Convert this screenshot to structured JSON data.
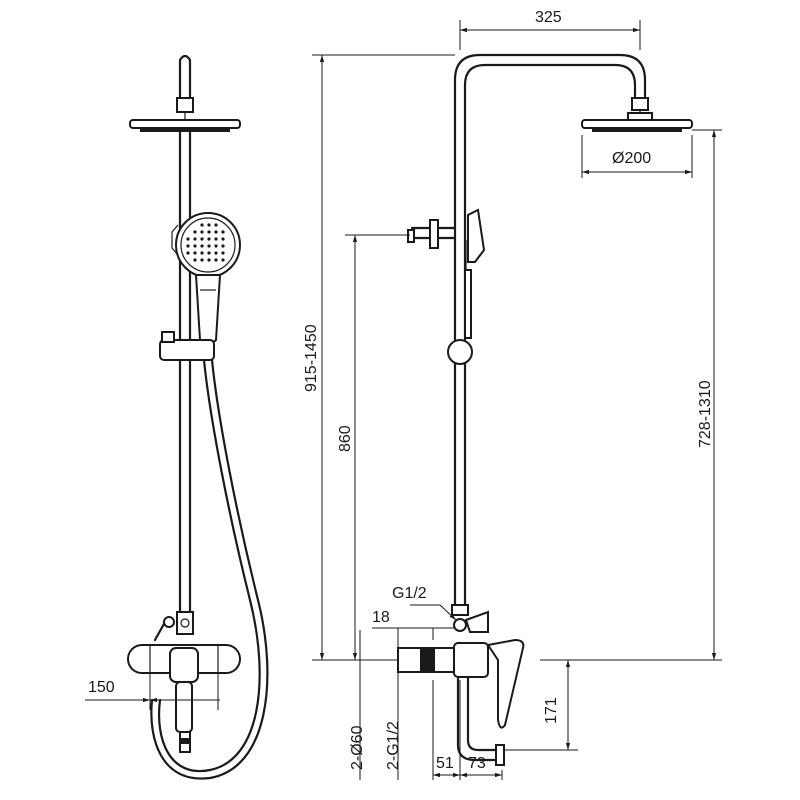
{
  "dimensions": {
    "arm_length": "325",
    "head_diameter": "Ø200",
    "total_height": "915-1450",
    "bracket_height": "860",
    "head_height": "728-1310",
    "inlet_thread": "G1/2",
    "outlet_offset": "18",
    "mixer_spacing": "150",
    "flange_diameter": "2-Ø60",
    "mixer_thread": "2-G1/2",
    "wall_depth": "51",
    "spout_depth": "73",
    "spout_height": "171"
  }
}
